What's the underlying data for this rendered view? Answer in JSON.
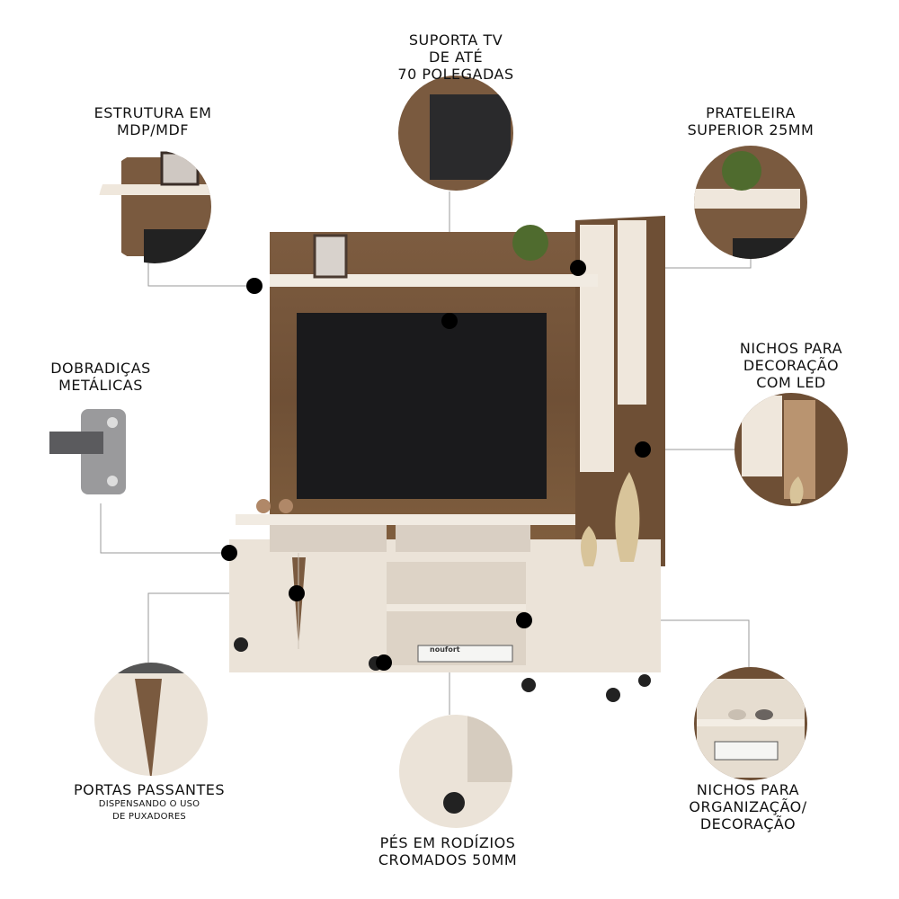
{
  "features": {
    "tv_support": {
      "lines": [
        "SUPORTA TV",
        "DE ATÉ",
        "70 POLEGADAS"
      ]
    },
    "structure": {
      "lines": [
        "ESTRUTURA EM",
        "MDP/MDF"
      ]
    },
    "top_shelf": {
      "lines": [
        "PRATELEIRA",
        "SUPERIOR 25MM"
      ]
    },
    "hinges": {
      "lines": [
        "DOBRADIÇAS",
        "METÁLICAS"
      ]
    },
    "led_niches": {
      "lines": [
        "NICHOS PARA",
        "DECORAÇÃO",
        "COM LED"
      ]
    },
    "doors": {
      "lines": [
        "PORTAS PASSANTES"
      ],
      "sub": [
        "DISPENSANDO O USO",
        "DE PUXADORES"
      ]
    },
    "wheels": {
      "lines": [
        "PÉS EM RODÍZIOS",
        "CROMADOS 50MM"
      ]
    },
    "org_niches": {
      "lines": [
        "NICHOS PARA",
        "ORGANIZAÇÃO/",
        "DECORAÇÃO"
      ]
    }
  },
  "colors": {
    "wood": "#7a5a3f",
    "cream": "#efe7dc",
    "tv": "#1a1a1c",
    "line": "#9a9a9a",
    "dot": "#000000"
  },
  "book_brand": "noufort"
}
